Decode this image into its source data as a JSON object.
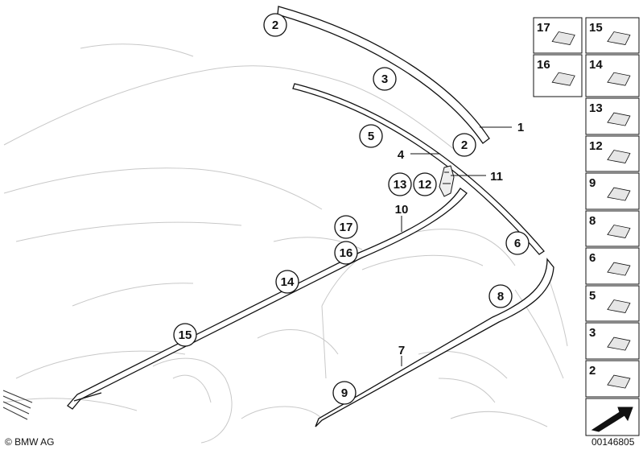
{
  "diagram": {
    "callouts": [
      "2",
      "3",
      "2",
      "5",
      "13",
      "12",
      "17",
      "16",
      "14",
      "15",
      "6",
      "8",
      "9"
    ],
    "leader_labels": [
      "1",
      "4",
      "11",
      "10",
      "7"
    ],
    "parts_panel": [
      "17",
      "15",
      "16",
      "14",
      "13",
      "12",
      "9",
      "8",
      "6",
      "5",
      "3",
      "2"
    ]
  },
  "footer": {
    "copyright": "© BMW AG",
    "diagram_id": "00146805"
  },
  "colors": {
    "line": "#111111",
    "sketch": "#c8c8c8",
    "part_fill": "#e6e6e6"
  }
}
